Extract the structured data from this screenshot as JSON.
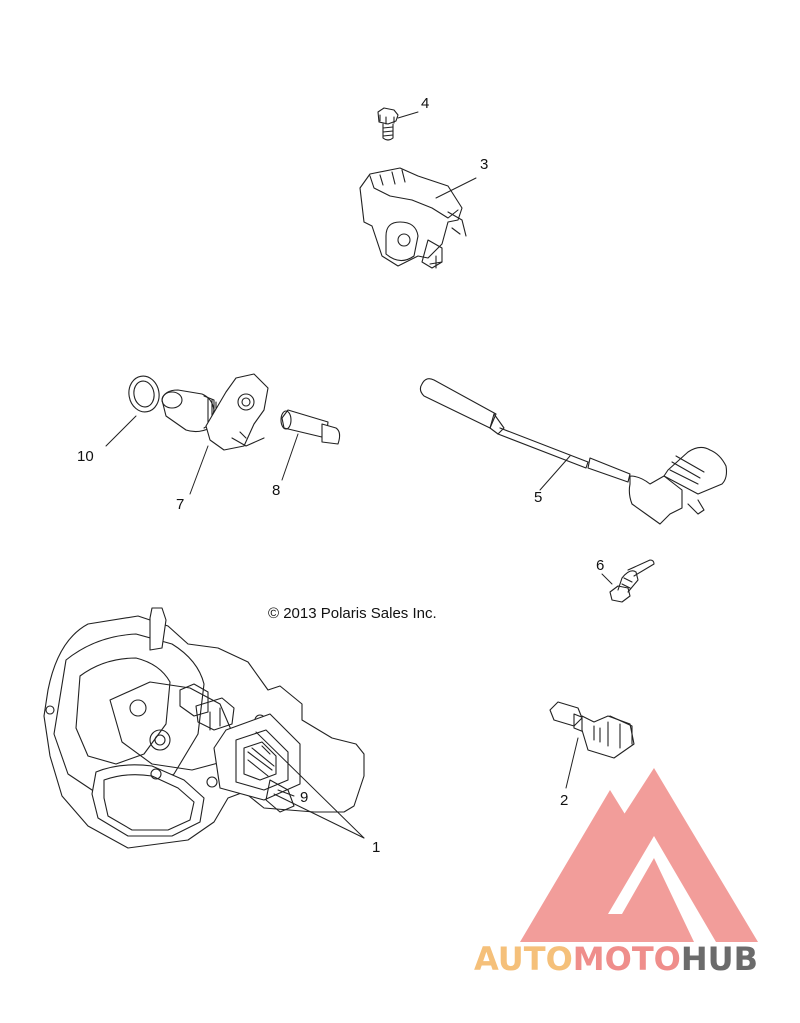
{
  "diagram": {
    "copyright": "© 2013 Polaris Sales Inc.",
    "callouts": {
      "c1": "1",
      "c2": "2",
      "c3": "3",
      "c4": "4",
      "c5": "5",
      "c6": "6",
      "c7": "7",
      "c8": "8",
      "c9": "9",
      "c10": "10"
    }
  },
  "watermark": {
    "part1": "AUTO",
    "part2": "MOTO",
    "part3": "HUB",
    "colors": {
      "auto": "#f5c07a",
      "moto": "#ef8e8b",
      "hub": "#6b6b6b",
      "logo": "#f08c88"
    }
  }
}
